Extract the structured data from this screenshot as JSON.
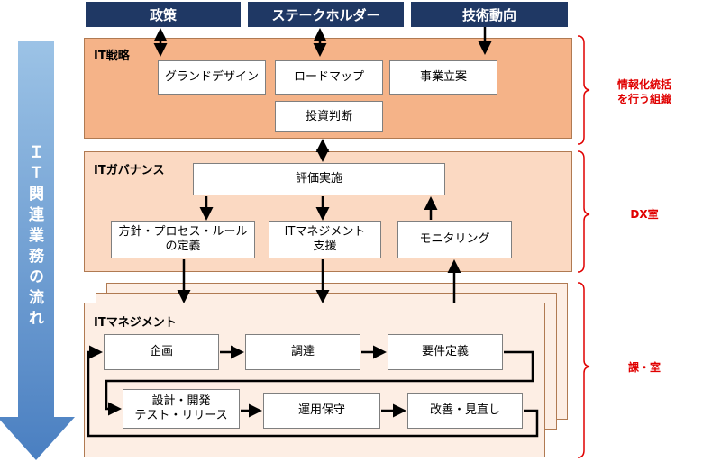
{
  "top_tabs": [
    "政策",
    "ステークホルダー",
    "技術動向"
  ],
  "flow_label": "ＩＴ関連業務の流れ",
  "it_strategy": {
    "title": "IT戦略",
    "items": [
      "グランドデザイン",
      "ロードマップ",
      "事業立案",
      "投資判断"
    ]
  },
  "it_governance": {
    "title": "ITガバナンス",
    "evaluation": "評価実施",
    "policy": "方針・プロセス・ルール\nの定義",
    "support": "ITマネジメント\n支援",
    "monitoring": "モニタリング"
  },
  "it_management": {
    "title": "ITマネジメント",
    "row1": [
      "企画",
      "調達",
      "要件定義"
    ],
    "row2": [
      "設計・開発\nテスト・リリース",
      "運用保守",
      "改善・見直し"
    ]
  },
  "side_labels": [
    "情報化統括\nを行う組織",
    "DX室",
    "課・室"
  ],
  "colors": {
    "navy": "#1f3864",
    "strategy_fill": "#f5b388",
    "governance_fill": "#fbd9c2",
    "management_fill": "#fdeee4",
    "arrow_blue": "#5b9bd5",
    "bracket_red": "#e00000"
  }
}
